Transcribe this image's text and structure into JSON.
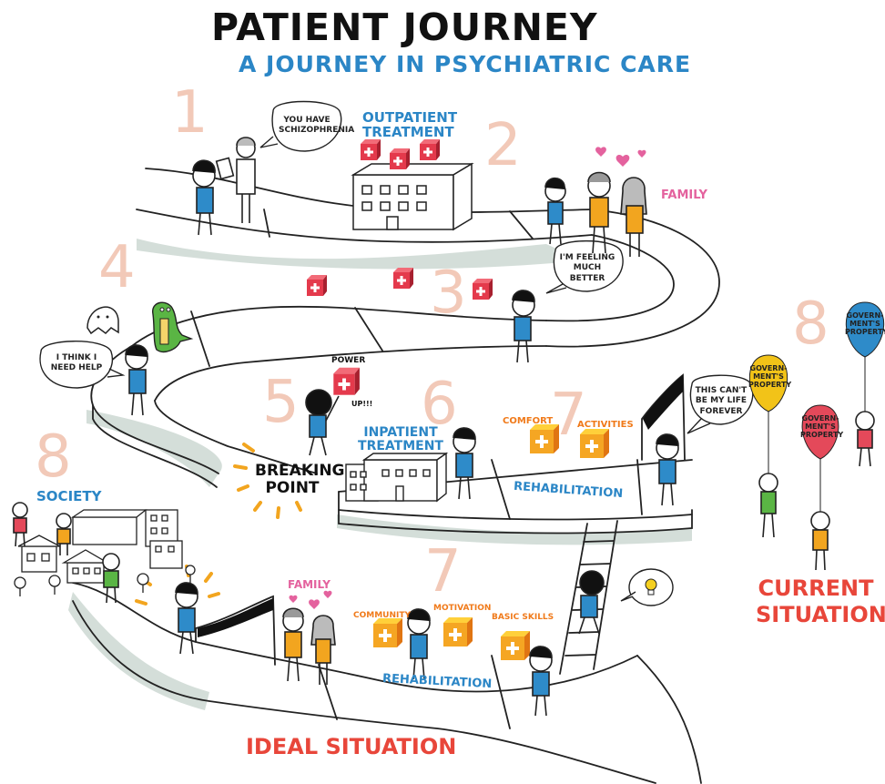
{
  "title": "PATIENT JOURNEY",
  "subtitle": "A JOURNEY IN PSYCHIATRIC CARE",
  "steps": {
    "s1": "1",
    "s2": "2",
    "s3": "3",
    "s4": "4",
    "s5": "5",
    "s6": "6",
    "s7a": "7",
    "s7b": "7",
    "s8a": "8",
    "s8b": "8"
  },
  "bubbles": {
    "diagnosis": "YOU HAVE SCHIZOPHRENIA",
    "feeling_better": "I'M FEELING MUCH BETTER",
    "need_help": "I THINK I NEED HELP",
    "life_forever": "THIS CAN'T BE MY LIFE FOREVER"
  },
  "labels": {
    "outpatient": "OUTPATIENT TREATMENT",
    "family_top": "FAMILY",
    "power_up_top": "POWER",
    "power_up_bottom": "UP!!!",
    "breaking_point": "BREAKING POINT",
    "inpatient": "INPATIENT TREATMENT",
    "comfort": "COMFORT",
    "activities": "ACTIVITIES",
    "rehab_top": "REHABILITATION",
    "society": "SOCIETY",
    "family_bottom": "FAMILY",
    "community": "COMMUNITY",
    "motivation": "MOTIVATION",
    "basic_skills": "BASIC SKILLS",
    "rehab_bottom": "REHABILITATION",
    "ideal": "IDEAL SITUATION",
    "current": "CURRENT SITUATION"
  },
  "balloons": {
    "blue": "GOVERN-MENT'S PROPERTY",
    "yellow": "GOVERN-MENT'S PROPERTY",
    "red": "GOVERN-MENT'S PROPERTY"
  },
  "colors": {
    "accent_blue": "#2b86c6",
    "pink": "#e4629e",
    "orange": "#f07a1a",
    "red": "#e8463a",
    "step_number": "#f2c9b8",
    "road_shadow": "#c9d6d0",
    "shirt_blue": "#2e8bc9",
    "shirt_yellow": "#f2a51f",
    "box_red": "#e43a4c",
    "box_orange": "#f5a623",
    "dino_green": "#5ab544"
  }
}
